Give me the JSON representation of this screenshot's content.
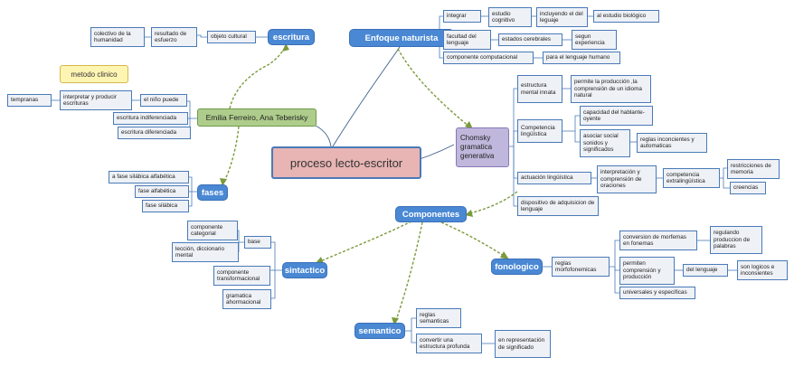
{
  "colors": {
    "central_fill": "#e8b4b4",
    "topic_fill": "#4a88d4",
    "leaf_fill": "#eef1f6",
    "leaf_border": "#4a7ab8",
    "green_fill": "#aecd8c",
    "purple_fill": "#c0b8dc",
    "note_fill": "#fff5b3",
    "relation_line": "#7a9a3a"
  },
  "central": "proceso lecto-escritor",
  "left": {
    "escritura": "escritura",
    "objeto_cultural": "objeto cultural",
    "resultado_esfuerzo": "resultado de esfuerzo",
    "colectivo_humanidad": "colectivo de la humanidad",
    "metodo_clinico": "metodo clinico",
    "emilia": "Emilia Ferreiro, Ana Teberisky",
    "el_nino_puede": "el niño puede",
    "interpretar": "interpretar y producir escrituras",
    "tempranas": "tempranas",
    "escritura_indiferenciada": "escritura indiferenciada",
    "escritura_diferenciada": "escritura diferenciada",
    "fases": "fases",
    "fase_silabica_alfabetica": "a fase silábica alfabética",
    "fase_alfabetica": "fase alfabética",
    "fase_silabica": "fase silábica"
  },
  "right": {
    "enfoque_naturista": "Enfoque naturista",
    "integrar": "integrar",
    "estudio_cognitivo": "estudio cognitivo",
    "incluyendo_lenguaje": "incluyendo el del leguaje",
    "estudio_biologico": "al estudio biológico",
    "facultad_lenguaje": "facultad del lenguaje",
    "estados_cerebrales": "estados cerebrales",
    "segun_experiencia": "segun experiencia",
    "componente_computacional": "componente computacional",
    "para_lenguaje_humano": "para el lenguaje humano",
    "chomsky": "Chomsky gramatica generativa",
    "estructura_mental": "estructura mental innata",
    "permite_produccion": "permite la producción ,la comprensión de un idioma natural",
    "competencia_linguistica": "Competencia lingüística",
    "capacidad_hablante": "capacidad del hablante-oyente",
    "asociar_social": "asociar social sonidos y significados",
    "reglas_inconcientes": "reglas inconcientes y automaticas",
    "actuacion_linguistica": "actuación lingüística",
    "interpretacion_comprension": "interpretación y comprensión de oraciones",
    "competencia_extralinguistica": "competencia extralingüística",
    "restricciones_memoria": "restricciones de memoria",
    "creencias": "creencias",
    "dispositivo": "dispositivo de adquisicion de lenguaje"
  },
  "bottom": {
    "componentes": "Componentes",
    "sintactico": "sintactico",
    "base": "base",
    "componente_categorial": "componente categorial",
    "leccion_diccionario": "lección, diccionario mental",
    "componente_transformacional": "componente transformacional",
    "gramatica_ahormacional": "gramatica ahormacional",
    "semantico": "semantico",
    "reglas_semanticas": "reglas semanticas",
    "convertir_estructura": "convertir una estructura profunda",
    "representacion_significado": "en representación de significado",
    "fonologico": "fonologico",
    "reglas_morfofonemicas": "reglas morfofonemicas",
    "conversion_morfemas": "conversion de morfemas en fonemas",
    "regulando_produccion": "regulando produccion de palabras",
    "permiten_comprension": "permiten comprensión y producción",
    "del_lenguaje": "del lenguaje",
    "son_logicos": "son logicos e inconsientes",
    "universales": "universales y especificas"
  }
}
